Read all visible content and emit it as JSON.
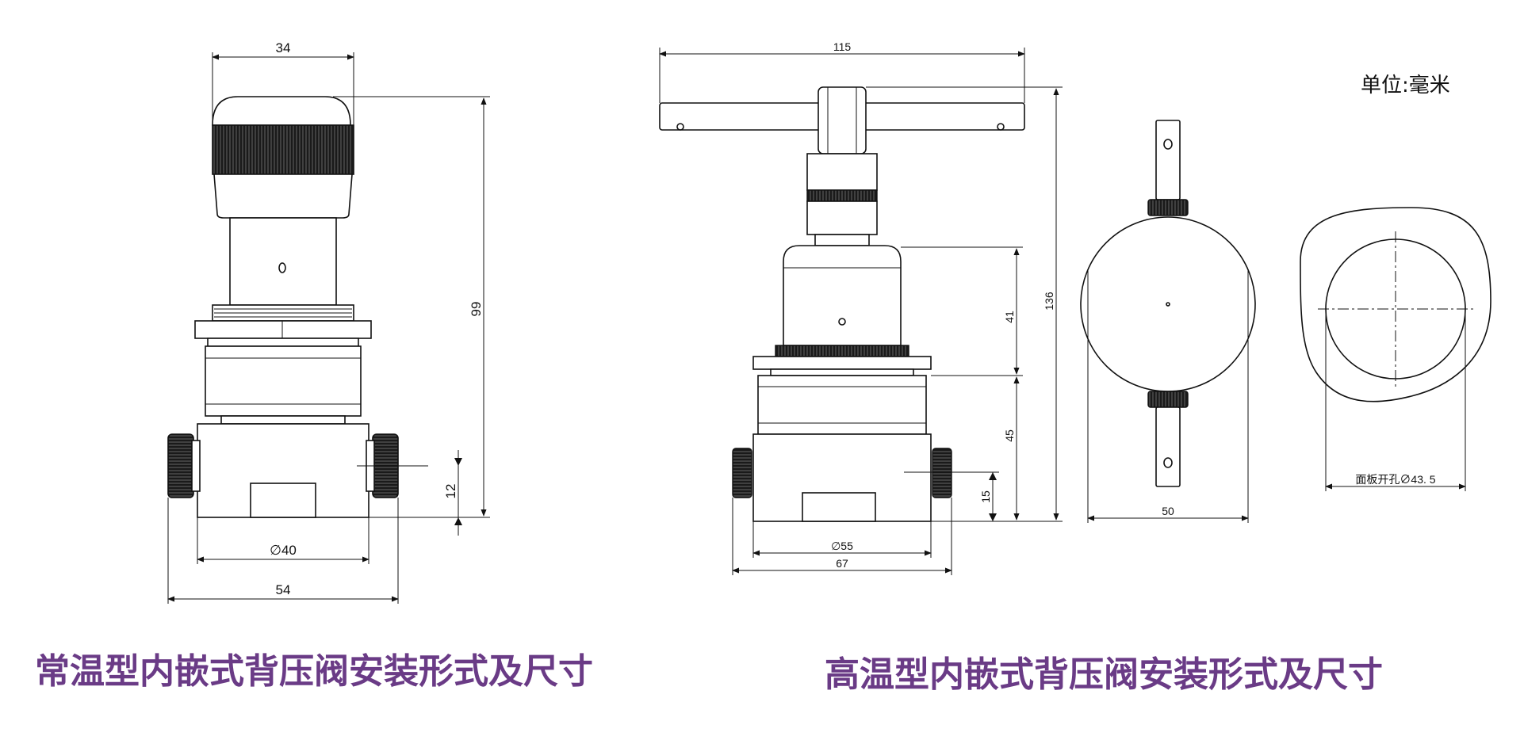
{
  "unit_label": "单位:毫米",
  "normal_temp": {
    "caption": "常温型内嵌式背压阀安装形式及尺寸",
    "dims": {
      "top_width": "34",
      "height": "99",
      "port_height": "12",
      "diameter": "∅40",
      "base_width": "54"
    }
  },
  "high_temp": {
    "caption": "高温型内嵌式背压阀安装形式及尺寸",
    "dims": {
      "handle_width": "115",
      "height_total": "136",
      "upper_height": "41",
      "lower_height": "45",
      "port_height": "15",
      "diameter": "∅55",
      "base_width": "67",
      "side_width": "50",
      "panel_hole": "面板开孔∅43. 5"
    }
  }
}
